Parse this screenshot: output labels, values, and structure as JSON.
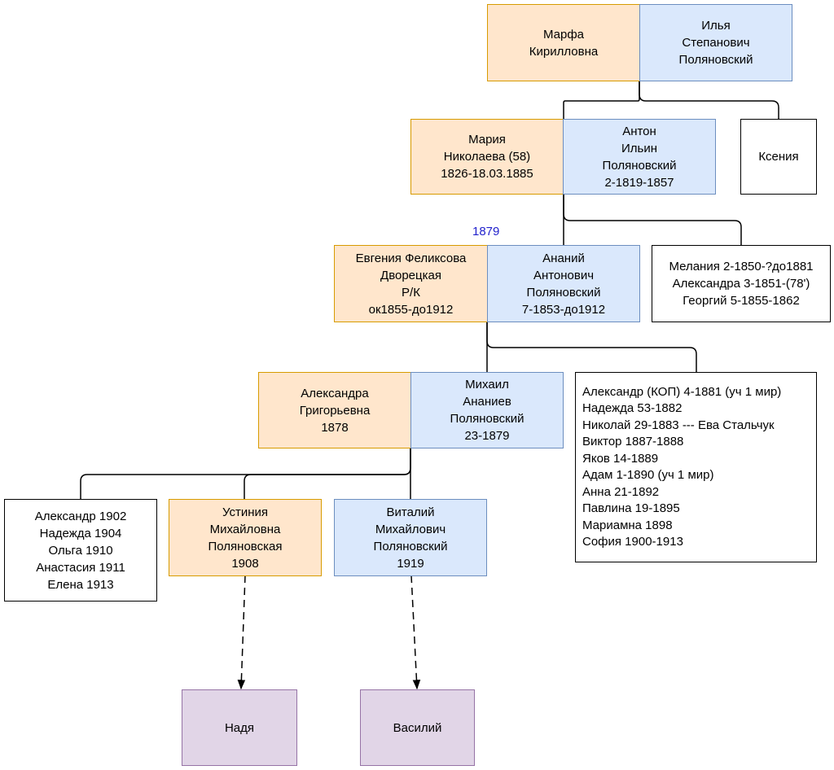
{
  "diagram": {
    "year_label": "1879",
    "nodes": {
      "marfa": [
        "Марфа",
        "Кирилловна"
      ],
      "ilya": [
        "Илья",
        "Степанович",
        "Поляновский"
      ],
      "ksenia": [
        "Ксения"
      ],
      "maria": [
        "Мария",
        "Николаева (58)",
        "1826-18.03.1885"
      ],
      "anton": [
        "Антон",
        "Ильин",
        "Поляновский",
        "2-1819-1857"
      ],
      "siblings_anton_children": [
        "Мелания 2-1850-?до1881",
        "Александра 3-1851-(78')",
        "Георгий 5-1855-1862"
      ],
      "evgenia": [
        "Евгения Феликсова",
        "Дворецкая",
        "Р/К",
        "ок1855-до1912"
      ],
      "ananiy": [
        "Ананий",
        "Антонович",
        "Поляновский",
        "7-1853-до1912"
      ],
      "alexandra": [
        "Александра",
        "Григорьевна",
        "1878"
      ],
      "mikhail": [
        "Михаил",
        "Ананиев",
        "Поляновский",
        "23-1879"
      ],
      "ananiy_children": [
        "Александр (КОП) 4-1881 (уч 1 мир)",
        "Надежда 53-1882",
        "Николай 29-1883  --- Ева Стальчук",
        "Виктор 1887-1888",
        "Яков 14-1889",
        "Адам 1-1890 (уч 1 мир)",
        "Анна 21-1892",
        "Павлина 19-1895",
        "Мариамна 1898",
        "София 1900-1913"
      ],
      "mikhail_children": [
        "Александр 1902",
        "Надежда 1904",
        "Ольга 1910",
        "Анастасия 1911",
        "Елена 1913"
      ],
      "ustinia": [
        "Устиния",
        "Михайловна",
        "Поляновская",
        "1908"
      ],
      "vitaliy": [
        "Виталий",
        "Михайлович",
        "Поляновский",
        "1919"
      ],
      "nadya": [
        "Надя"
      ],
      "vasiliy": [
        "Василий"
      ]
    },
    "colors": {
      "female_fill": "#ffe6cc",
      "female_stroke": "#d79b00",
      "male_fill": "#dae8fc",
      "male_stroke": "#6c8ebf",
      "descendant_fill": "#e1d5e7",
      "descendant_stroke": "#9673a6",
      "year_label": "#2222cc"
    }
  }
}
